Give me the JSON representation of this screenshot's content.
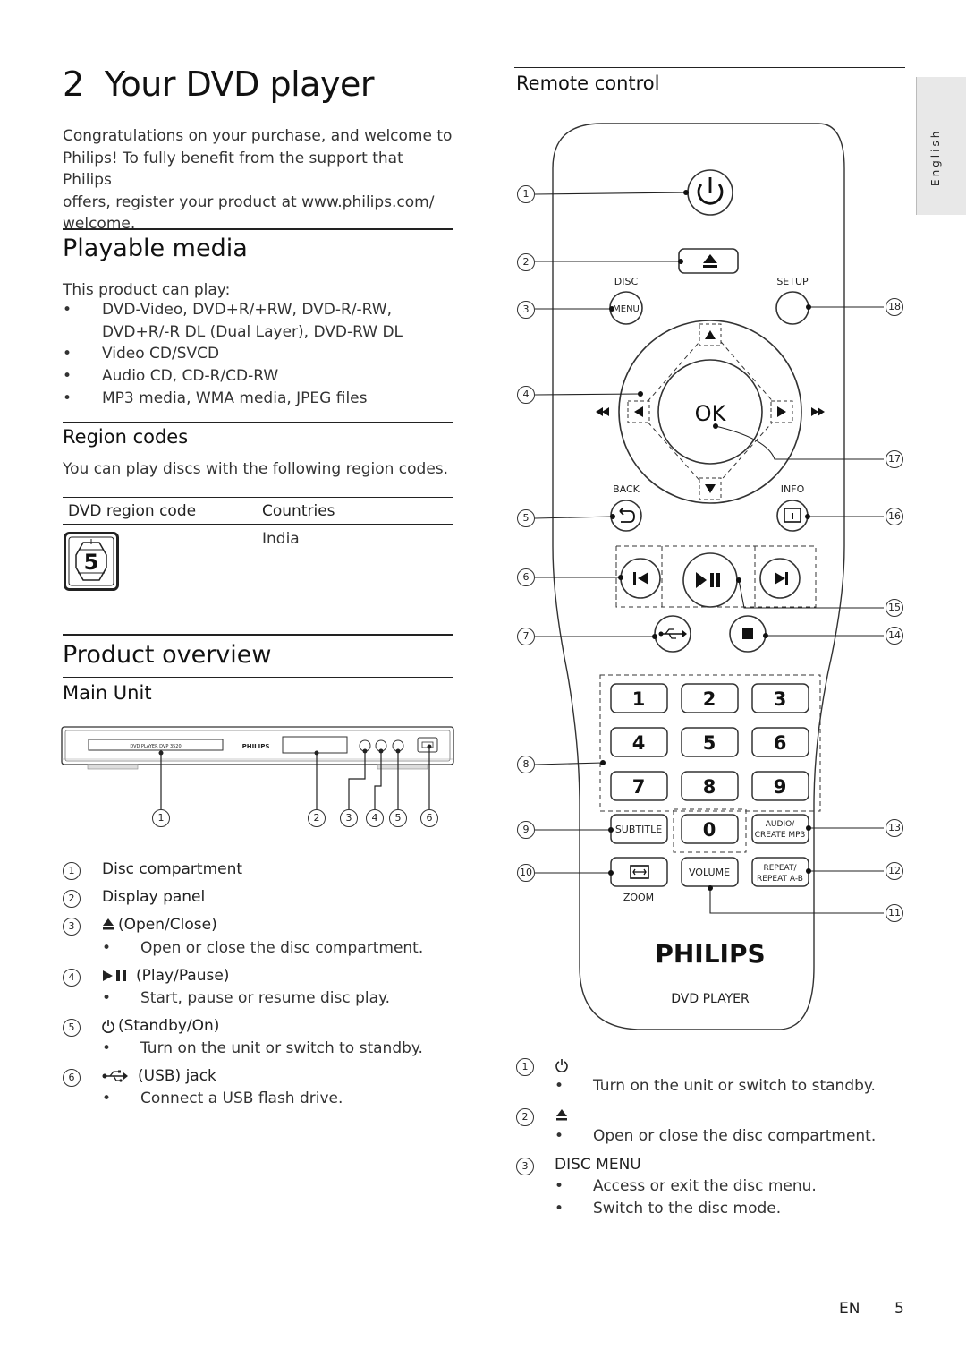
{
  "header": {
    "chapter": "2",
    "title": "Your DVD player"
  },
  "intro": [
    "Congratulations on your purchase, and welcome to",
    "Philips! To fully benefit from the support that Philips",
    "offers, register your product at www.philips.com/",
    "welcome."
  ],
  "playable": {
    "heading": "Playable media",
    "lead": "This product can play:",
    "items": [
      "DVD-Video, DVD+R/+RW, DVD-R/-RW,",
      "DVD+R/-R DL (Dual Layer), DVD-RW DL",
      "Video CD/SVCD",
      "Audio CD, CD-R/CD-RW",
      "MP3 media, WMA media, JPEG files"
    ]
  },
  "region": {
    "heading": "Region codes",
    "lead": "You can play discs with the following region codes.",
    "col1": "DVD region code",
    "col2": "Countries",
    "region_number": "5",
    "country": "India"
  },
  "overview": {
    "heading": "Product overview",
    "subheading": "Main Unit"
  },
  "main_unit_drawing": {
    "model_label": "DVD PLAYER DVP 3520",
    "brand": "PHILIPS"
  },
  "main_unit_callouts": [
    "1",
    "2",
    "3",
    "4",
    "5",
    "6"
  ],
  "main_unit_items": [
    {
      "n": "1",
      "label": "Disc compartment",
      "sub": ""
    },
    {
      "n": "2",
      "label": "Display panel",
      "sub": ""
    },
    {
      "n": "3",
      "label": "(Open/Close)",
      "sub": "Open or close the disc compartment."
    },
    {
      "n": "4",
      "label": "(Play/Pause)",
      "sub": "Start, pause or resume disc play."
    },
    {
      "n": "5",
      "label": "(Standby/On)",
      "sub": "Turn on the unit or switch to standby."
    },
    {
      "n": "6",
      "label": "(USB) jack",
      "sub": "Connect a USB flash drive."
    }
  ],
  "remote": {
    "heading": "Remote control",
    "labels": {
      "disc": "DISC",
      "menu": "MENU",
      "setup": "SETUP",
      "ok": "OK",
      "back": "BACK",
      "info": "INFO",
      "subtitle": "SUBTITLE",
      "audio1": "AUDIO/",
      "audio2": "CREATE MP3",
      "volume": "VOLUME",
      "repeat1": "REPEAT/",
      "repeat2": "REPEAT A-B",
      "zoom": "ZOOM",
      "brand": "PHILIPS",
      "product": "DVD PLAYER"
    },
    "digits": [
      "1",
      "2",
      "3",
      "4",
      "5",
      "6",
      "7",
      "8",
      "9",
      "0"
    ],
    "callouts": [
      "1",
      "2",
      "3",
      "4",
      "5",
      "6",
      "7",
      "8",
      "9",
      "10",
      "11",
      "12",
      "13",
      "14",
      "15",
      "16",
      "17",
      "18"
    ]
  },
  "remote_items": [
    {
      "n": "1",
      "label": "",
      "sub": [
        "Turn on the unit or switch to standby."
      ]
    },
    {
      "n": "2",
      "label": "",
      "sub": [
        "Open or close the disc compartment."
      ]
    },
    {
      "n": "3",
      "label": "DISC MENU",
      "sub": [
        "Access or exit the disc menu.",
        "Switch to the disc mode."
      ]
    }
  ],
  "side_tab": "English",
  "footer": {
    "lang": "EN",
    "page": "5"
  }
}
